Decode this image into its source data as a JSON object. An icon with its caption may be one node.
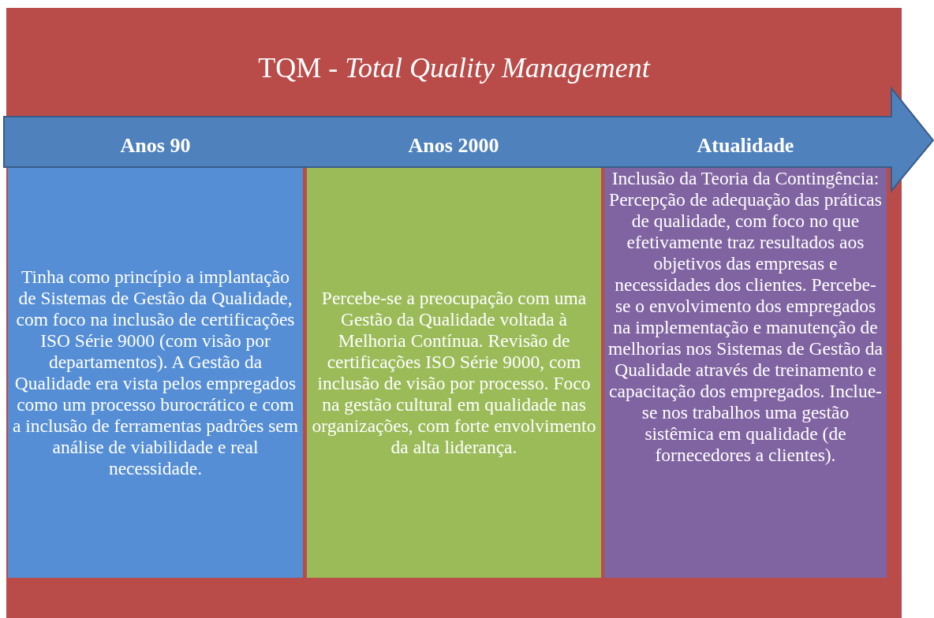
{
  "diagram": {
    "title": "TQM - *Total Quality Management*",
    "nodes": [
      {
        "text": [
          "Tinha como princípio a implantação de Sistemas de Gestão da Qualidade, com foco na inclusão de certificações ISO Série 9000 (com visão por departamentos). A Gestão da Qualidade era vista pelos empregados como um processo burocrático e com a inclusão de ferramentas padrões sem análise de viabilidade e real necessidade."
        ],
        "beside": [
          "Anos 90"
        ]
      },
      {
        "text": [
          "Percebe-se a preocupação com uma Gestão da Qualidade voltada à Melhoria Contínua. Revisão de certificações ISO Série 9000, com inclusão de visão por processo. Foco na gestão cultural em qualidade nas organizações, com forte envolvimento da alta liderança."
        ],
        "beside": [
          "Anos 2000"
        ]
      },
      {
        "text": [
          "Inclusão da Teoria da Contingência: Percepção de adequação das práticas de qualidade, com foco no que efetivamente traz resultados aos objetivos das empresas e necessidades dos clientes. Percebe-se o envolvimento dos empregados na implementação e manutenção de melhorias nos Sistemas de Gestão da Qualidade através de treinamento e capacitação dos empregados. Inclue-se nos trabalhos uma gestão sistêmica em qualidade (de fornecedores a clientes)."
        ],
        "beside": [
          "Atualidade"
        ]
      }
    ]
  }
}
